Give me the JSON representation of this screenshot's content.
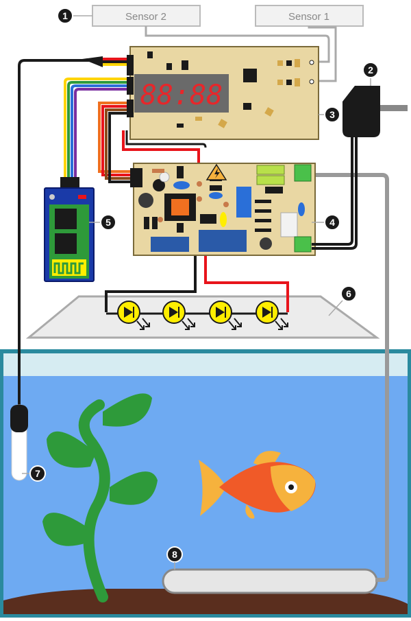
{
  "labels": {
    "sensor2": "Sensor 2",
    "sensor1": "Sensor 1"
  },
  "display": {
    "text": "88:88"
  },
  "callouts": {
    "c1": "1",
    "c2": "2",
    "c3": "3",
    "c4": "4",
    "c5": "5",
    "c6": "6",
    "c7": "7",
    "c8": "8"
  },
  "colors": {
    "pcb": "#e9d7a3",
    "water": "#6eaaf2",
    "tank_border": "#2a8a9e",
    "soil": "#5a2e1e",
    "plant": "#2e9a3a",
    "fish_body": "#f05a28",
    "fish_fin": "#f6b23d",
    "led": "#ffee00",
    "wire_red": "#e8141b",
    "wire_black": "#1a1a1a"
  },
  "icons": {
    "warning": "high-voltage-warning-icon",
    "plug": "power-plug-icon",
    "wifi_module": "wifi-module-icon"
  }
}
